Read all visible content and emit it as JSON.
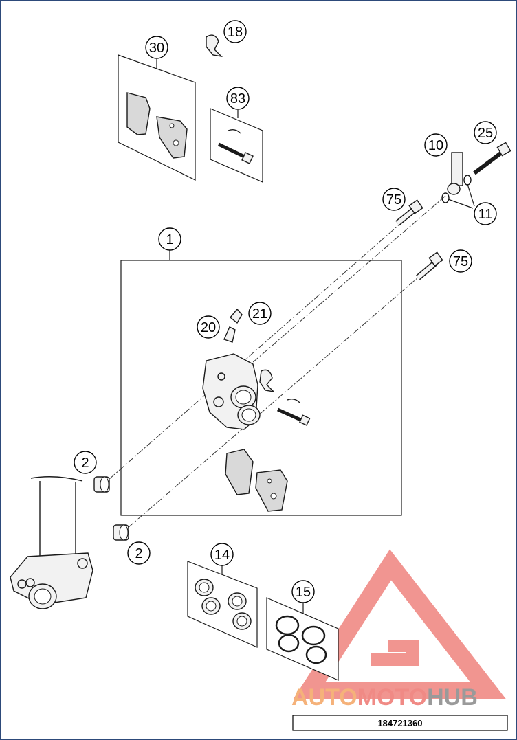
{
  "callouts": [
    {
      "id": "c18",
      "label": "18"
    },
    {
      "id": "c30",
      "label": "30"
    },
    {
      "id": "c83",
      "label": "83"
    },
    {
      "id": "c10",
      "label": "10"
    },
    {
      "id": "c25",
      "label": "25"
    },
    {
      "id": "c75a",
      "label": "75"
    },
    {
      "id": "c11",
      "label": "11"
    },
    {
      "id": "c1",
      "label": "1"
    },
    {
      "id": "c75b",
      "label": "75"
    },
    {
      "id": "c21",
      "label": "21"
    },
    {
      "id": "c20",
      "label": "20"
    },
    {
      "id": "c2a",
      "label": "2"
    },
    {
      "id": "c2b",
      "label": "2"
    },
    {
      "id": "c14",
      "label": "14"
    },
    {
      "id": "c15",
      "label": "15"
    }
  ],
  "watermark": {
    "part1": "AUTO",
    "part2": "MOTO",
    "part3": "HUB"
  },
  "drawing_number": "184721360",
  "colors": {
    "watermark_orange": "#f5b27a",
    "watermark_red": "#f08a85",
    "watermark_gray": "#9a9a9a",
    "frame_blue": "#2d4a7a"
  }
}
